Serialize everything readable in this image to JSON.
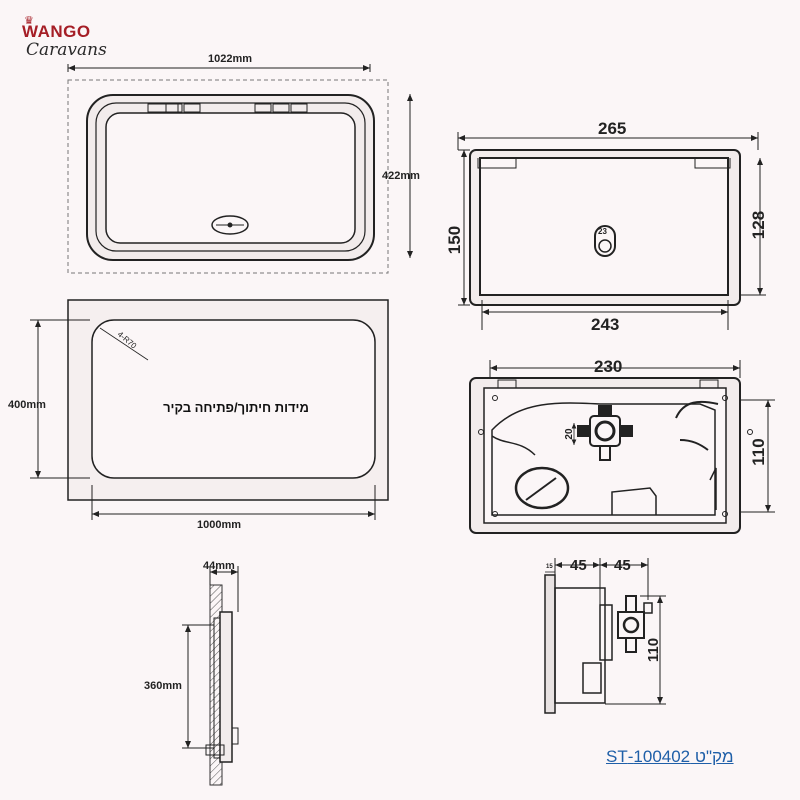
{
  "brand": {
    "line1": "WANGO",
    "line2": "Caravans"
  },
  "front_view": {
    "width_label": "1022mm",
    "height_label": "422mm"
  },
  "cutout_view": {
    "width_label": "1000mm",
    "height_label": "400mm",
    "radius_label": "4-R70",
    "caption": "מידות חיתוך/פתיחה בקיר"
  },
  "side_view": {
    "depth_label": "44mm",
    "height_label": "360mm"
  },
  "small_front": {
    "width_top": "265",
    "width_bottom": "243",
    "height_left": "150",
    "height_right": "128",
    "knob_label": "23"
  },
  "small_inner": {
    "width": "230",
    "height": "110",
    "tap_label": "20"
  },
  "small_side": {
    "offset_label": "15",
    "depth_a": "45",
    "depth_b": "45",
    "height": "110"
  },
  "part_number": "מק\"ט 100402-ST",
  "colors": {
    "line": "#222222",
    "frame_fill": "#f0eaea",
    "brand_red": "#a51e26",
    "link_blue": "#1f5fa8"
  }
}
